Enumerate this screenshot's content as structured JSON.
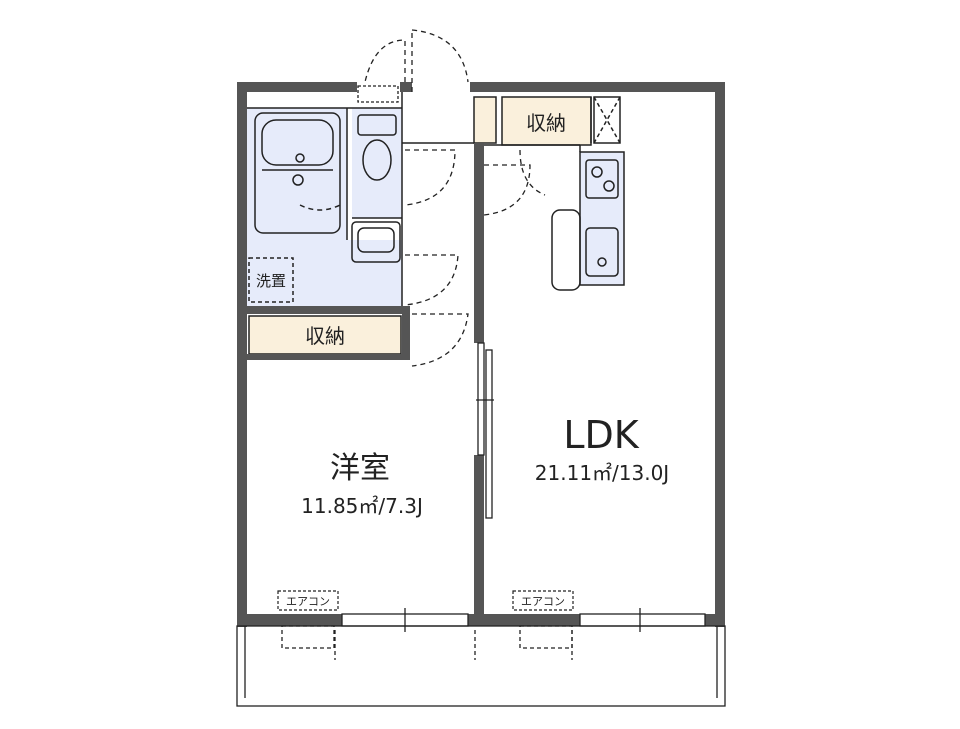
{
  "rooms": {
    "western_room": {
      "name": "洋室",
      "area": "11.85㎡/7.3J"
    },
    "ldk": {
      "name": "LDK",
      "area": "21.11㎡/13.0J"
    }
  },
  "fixtures": {
    "storage_entrance": "収納",
    "storage_corridor": "収納",
    "washer_space": "洗置",
    "ac_western": "エアコン",
    "ac_ldk": "エアコン"
  },
  "colors": {
    "wall": "#555555",
    "wet_area": "#e6ebfa",
    "storage": "#faf0dc",
    "line": "#222222"
  }
}
